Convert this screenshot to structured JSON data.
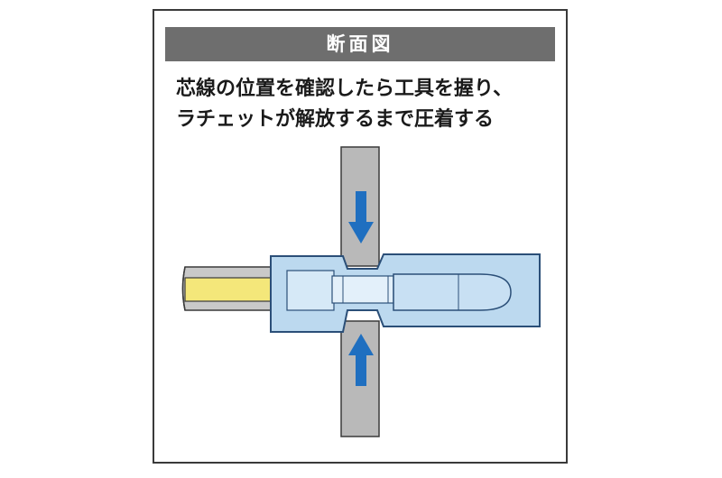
{
  "header": {
    "title": "断面図"
  },
  "caption": {
    "line1": "芯線の位置を確認したら工具を握り、",
    "line2": "ラチェットが解放するまで圧着する"
  },
  "colors": {
    "frame": "#3a3a3a",
    "header_bg": "#6e6e6e",
    "die": "#b9b9b9",
    "wire_core": "#f4e77a",
    "sleeve": "#bcd9ef",
    "sleeve_stroke": "#2b4f78",
    "arrow": "#1f6fc0"
  },
  "icons": {
    "upper_arrow": "arrow-down-icon",
    "lower_arrow": "arrow-up-icon"
  }
}
